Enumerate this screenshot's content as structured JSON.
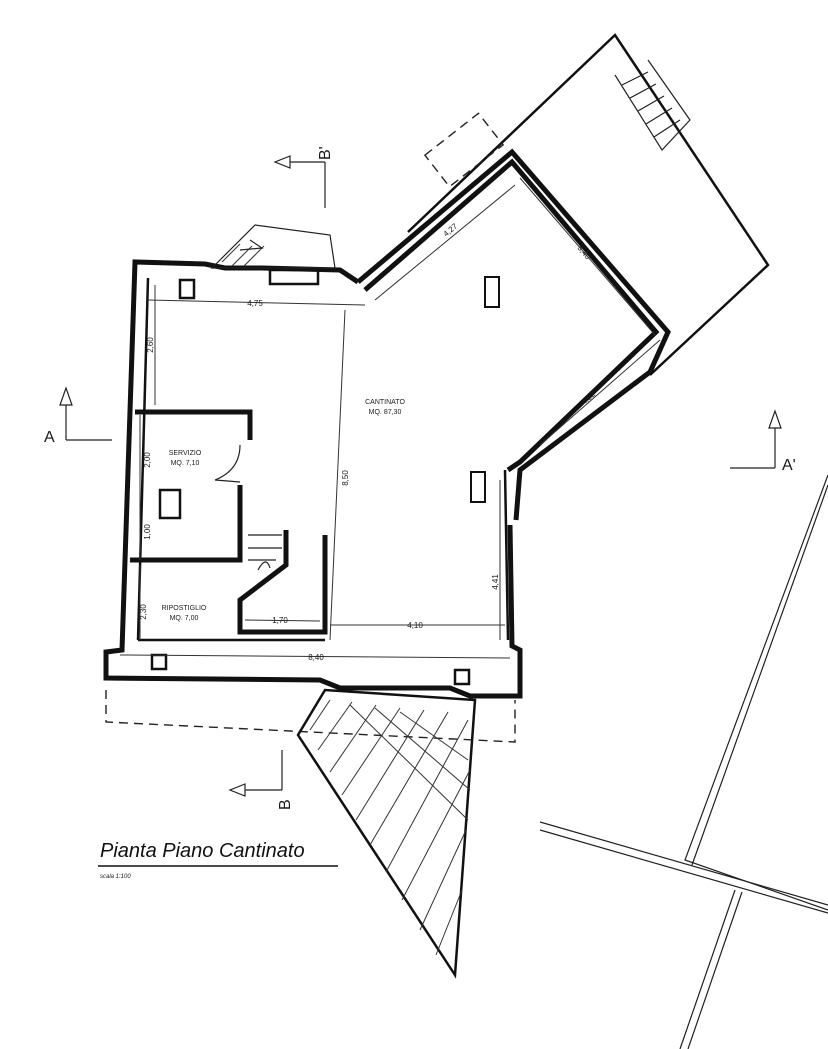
{
  "title": "Pianta Piano Cantinato",
  "scale": "scala 1:100",
  "rooms": [
    {
      "name": "CANTINATO",
      "area": "MQ. 87,30"
    },
    {
      "name": "SERVIZIO",
      "area": "MQ. 7,10"
    },
    {
      "name": "RIPOSTIGLIO",
      "area": "MQ. 7,00"
    }
  ],
  "dimensions": {
    "top_left": "4,75",
    "top_right_1": "4,27",
    "top_right_2": "5,40",
    "right_diag": "4,52",
    "right_vert": "4,41",
    "left_top": "2,60",
    "left_mid": "2,00",
    "left_low": "1,00",
    "left_bottom": "2,30",
    "bottom_total": "8,40",
    "bottom_inner": "1,70",
    "bottom_right": "4,10",
    "center_vertical": "8,50"
  },
  "sections": {
    "a": "A",
    "a_prime": "A'",
    "b": "B",
    "b_prime": "B'"
  }
}
